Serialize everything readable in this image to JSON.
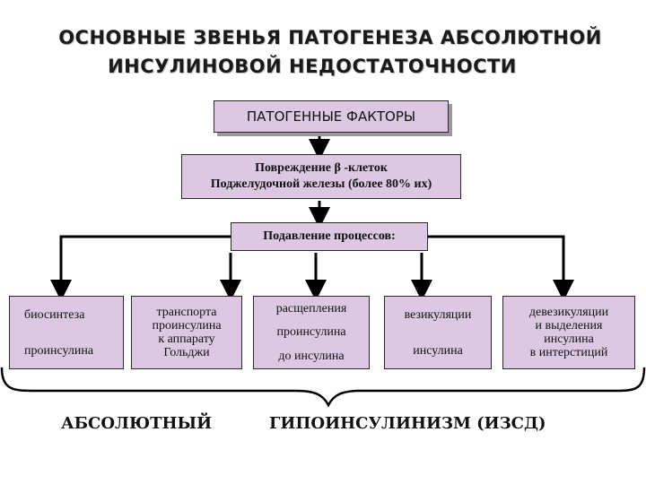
{
  "title": {
    "line1": "ОСНОВНЫЕ  ЗВЕНЬЯ  ПАТОГЕНЕЗА  АБСОЛЮТНОЙ",
    "line2": "ИНСУЛИНОВОЙ   НЕДОСТАТОЧНОСТИ"
  },
  "nodes": {
    "factors": "ПАТОГЕННЫЕ ФАКТОРЫ",
    "damage_line1": "Повреждение  β -клеток",
    "damage_line2": "Поджелудочной  железы  (более 80% их)",
    "suppression": "Подавление процессов:"
  },
  "processes": [
    {
      "line1": "биосинтеза",
      "line2": "проинсулина"
    },
    {
      "line1": "транспорта",
      "line2": "проинсулина",
      "line3": "к аппарату",
      "line4": "Гольджи"
    },
    {
      "line1": "расщепления",
      "line2": "проинсулина",
      "line3": "до инсулина"
    },
    {
      "line1": "везикуляции",
      "line2": "инсулина"
    },
    {
      "line1": "девезикуляции",
      "line2": "и выделения",
      "line3": "инсулина",
      "line4": "в интерстиций"
    }
  ],
  "conclusion": {
    "left": "АБСОЛЮТНЫЙ",
    "right": "ГИПОИНСУЛИНИЗМ (ИЗСД)"
  },
  "colors": {
    "box_fill": "#dcc8e3",
    "line": "#000000"
  }
}
